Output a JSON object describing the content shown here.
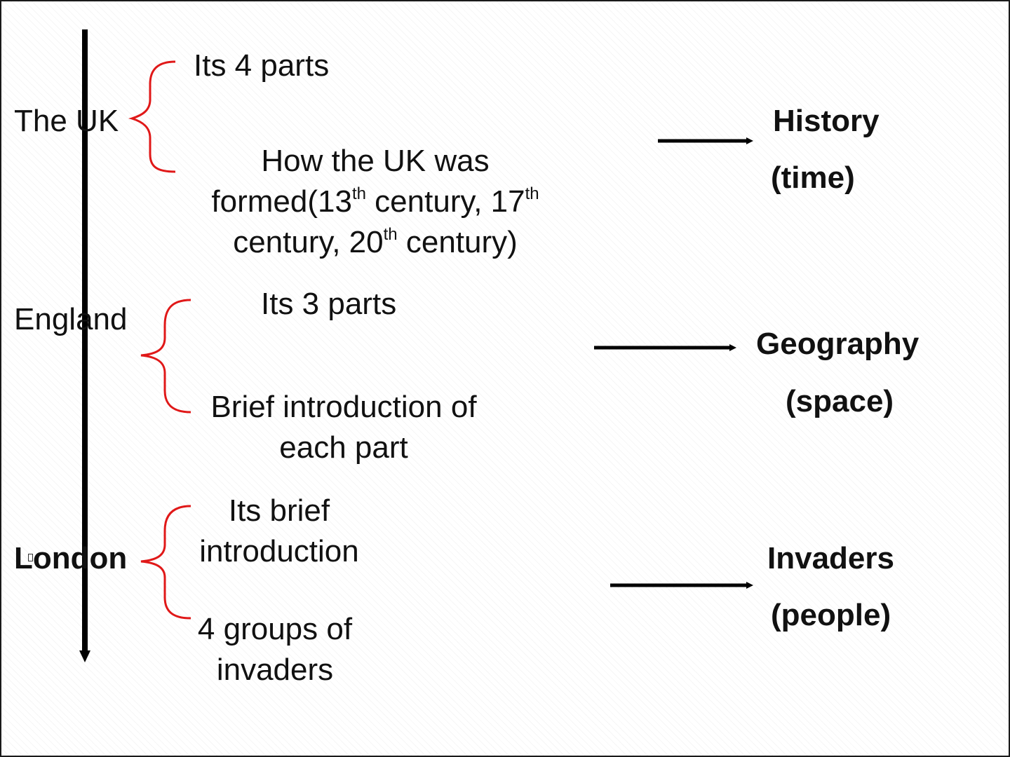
{
  "colors": {
    "brace": "#e01818",
    "line": "#000000",
    "text": "#111111"
  },
  "left_labels": {
    "uk": "The UK",
    "england": "England",
    "london": "London"
  },
  "uk_topics": {
    "parts": "Its 4 parts",
    "formed_line1": "How the UK was",
    "formed_pre": "formed(13",
    "formed_mid": " century, 17",
    "century_word": "century, 20",
    "formed_end": " century)",
    "ordinal": "th"
  },
  "england_topics": {
    "parts": "Its 3 parts",
    "intro_line1": "Brief introduction of",
    "intro_line2": "each part"
  },
  "london_topics": {
    "intro_line1": "Its brief",
    "intro_line2": "introduction",
    "invaders_line1": "4 groups of",
    "invaders_line2": "invaders"
  },
  "right_labels": {
    "history": "History",
    "time": "(time)",
    "geography": "Geography",
    "space": "(space)",
    "invaders": "Invaders",
    "people": "(people)"
  }
}
